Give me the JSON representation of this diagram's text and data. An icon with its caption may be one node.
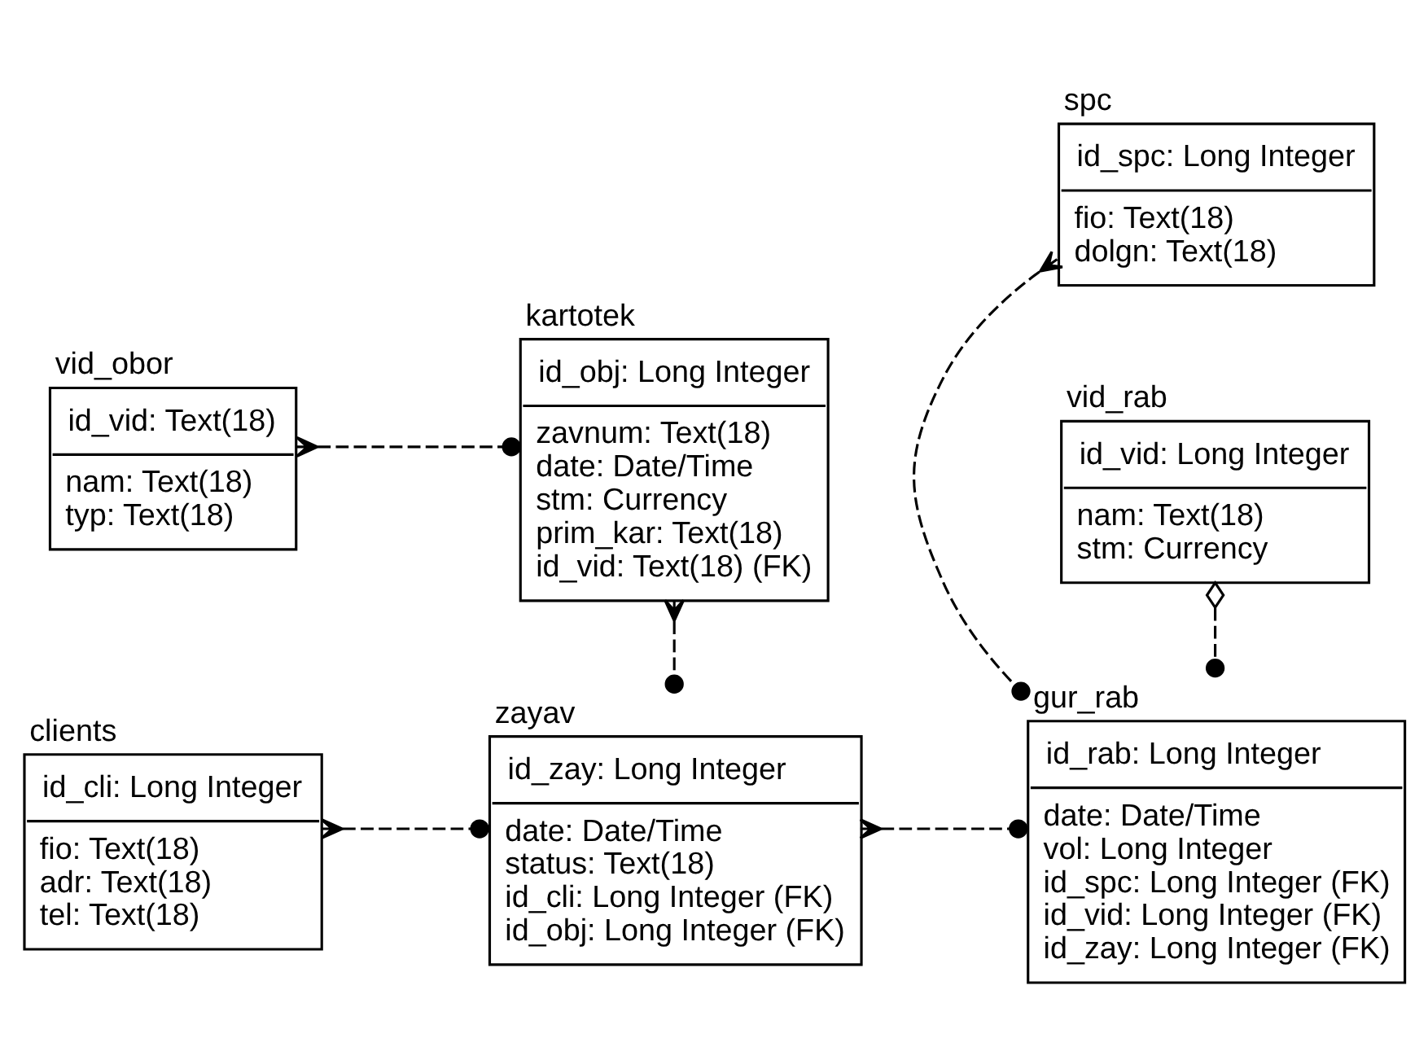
{
  "diagram": {
    "nodes": [
      {
        "text": [
          "vid_obor",
          "id_vid: Text(18)",
          "nam: Text(18)",
          "typ: Text(18)"
        ]
      },
      {
        "text": [
          "kartotek",
          "id_obj: Long Integer",
          "zavnum: Text(18)",
          "date: Date/Time",
          "stm: Currency",
          "prim_kar: Text(18)",
          "id_vid: Text(18) (FK)"
        ]
      },
      {
        "text": [
          "spc",
          "id_spc: Long Integer",
          "fio: Text(18)",
          "dolgn: Text(18)"
        ]
      },
      {
        "text": [
          "clients",
          "id_cli: Long Integer",
          "fio: Text(18)",
          "adr: Text(18)",
          "tel: Text(18)"
        ]
      },
      {
        "text": [
          "zayav",
          "id_zay: Long Integer",
          "date: Date/Time",
          "status: Text(18)",
          "id_cli: Long Integer (FK)",
          "id_obj: Long Integer (FK)"
        ]
      },
      {
        "text": [
          "gur_rab",
          "id_rab: Long Integer",
          "date: Date/Time",
          "vol: Long Integer",
          "id_spc: Long Integer (FK)",
          "id_vid: Long Integer (FK)",
          "id_zay: Long Integer (FK)"
        ]
      },
      {
        "text": [
          "vid_rab",
          "id_vid: Long Integer",
          "nam: Text(18)",
          "stm: Currency"
        ]
      }
    ],
    "edges": [
      {
        "from": 0,
        "to": 1,
        "arrow": "other",
        "style": "dashed"
      },
      {
        "from": 1,
        "to": 4,
        "arrow": "other",
        "style": "dashed"
      },
      {
        "from": 3,
        "to": 4,
        "arrow": "other",
        "style": "dashed"
      },
      {
        "from": 4,
        "to": 5,
        "arrow": "other",
        "style": "dashed"
      },
      {
        "from": 2,
        "to": 5,
        "arrow": "other",
        "style": "dashed"
      },
      {
        "from": 6,
        "to": 5,
        "arrow": "other",
        "style": "dashed"
      }
    ]
  }
}
